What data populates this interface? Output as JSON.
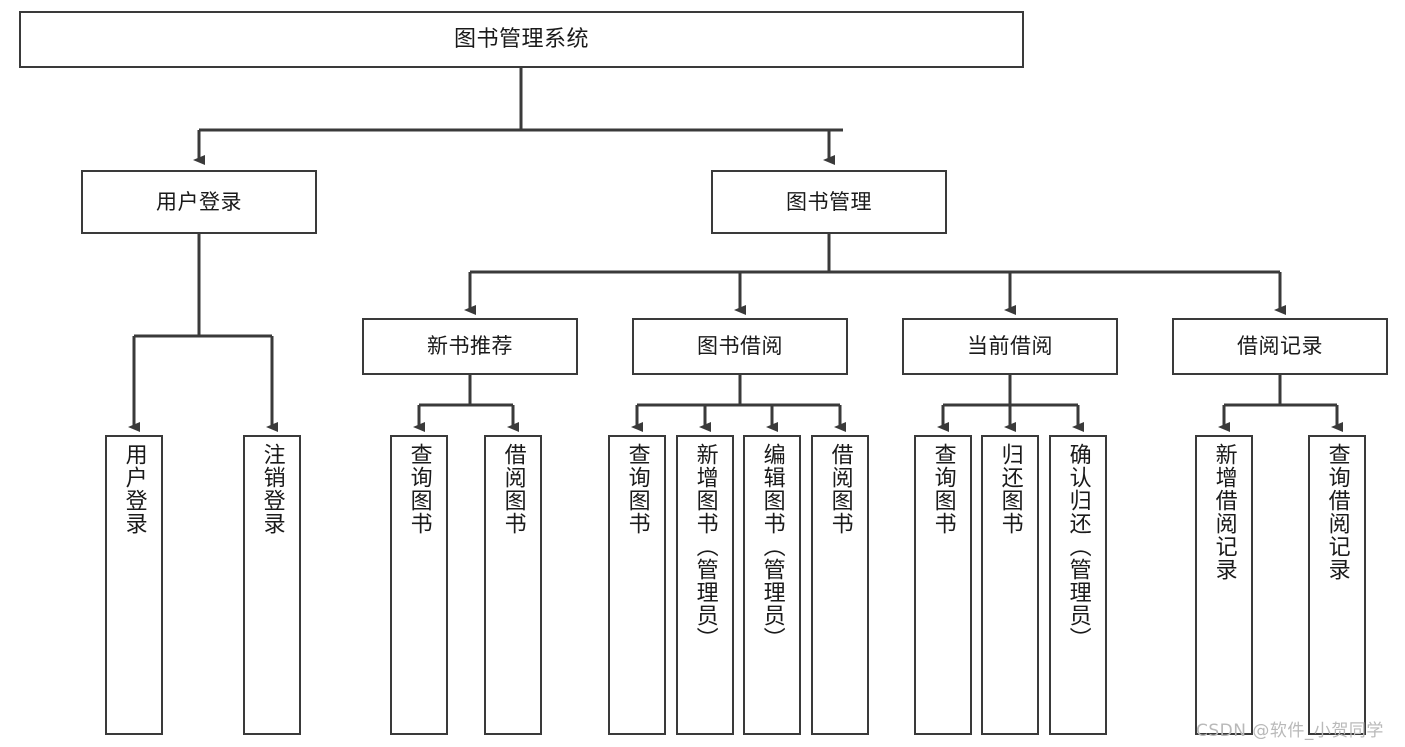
{
  "diagram": {
    "title": "图书管理系统",
    "type": "hierarchy-tree",
    "watermark": "CSDN @软件_小贺同学",
    "colors": {
      "box_border": "#3a3a3a",
      "box_fill": "#ffffff",
      "connector": "#3a3a3a",
      "text": "#1a1a1a",
      "watermark": "#b9b9b9",
      "background": "#ffffff"
    },
    "nodes": {
      "root": {
        "label": "图书管理系统"
      },
      "level1": [
        {
          "id": "user-login",
          "label": "用户登录"
        },
        {
          "id": "book-management",
          "label": "图书管理"
        }
      ],
      "level2": [
        {
          "id": "new-book-recommend",
          "label": "新书推荐"
        },
        {
          "id": "book-borrow",
          "label": "图书借阅"
        },
        {
          "id": "current-borrow",
          "label": "当前借阅"
        },
        {
          "id": "borrow-record",
          "label": "借阅记录"
        }
      ],
      "leaves": {
        "user-login": [
          {
            "id": "login",
            "label": "用户登录"
          },
          {
            "id": "logout",
            "label": "注销登录"
          }
        ],
        "new-book-recommend": [
          {
            "id": "query-book-1",
            "label": "查询图书"
          },
          {
            "id": "borrow-book-1",
            "label": "借阅图书"
          }
        ],
        "book-borrow": [
          {
            "id": "query-book-2",
            "label": "查询图书"
          },
          {
            "id": "add-book",
            "label": "新增图书（管理员）"
          },
          {
            "id": "edit-book",
            "label": "编辑图书（管理员）"
          },
          {
            "id": "borrow-book-2",
            "label": "借阅图书"
          }
        ],
        "current-borrow": [
          {
            "id": "query-book-3",
            "label": "查询图书"
          },
          {
            "id": "return-book",
            "label": "归还图书"
          },
          {
            "id": "confirm-return",
            "label": "确认归还（管理员）"
          }
        ],
        "borrow-record": [
          {
            "id": "add-record",
            "label": "新增借阅记录"
          },
          {
            "id": "query-record",
            "label": "查询借阅记录"
          }
        ]
      }
    }
  }
}
